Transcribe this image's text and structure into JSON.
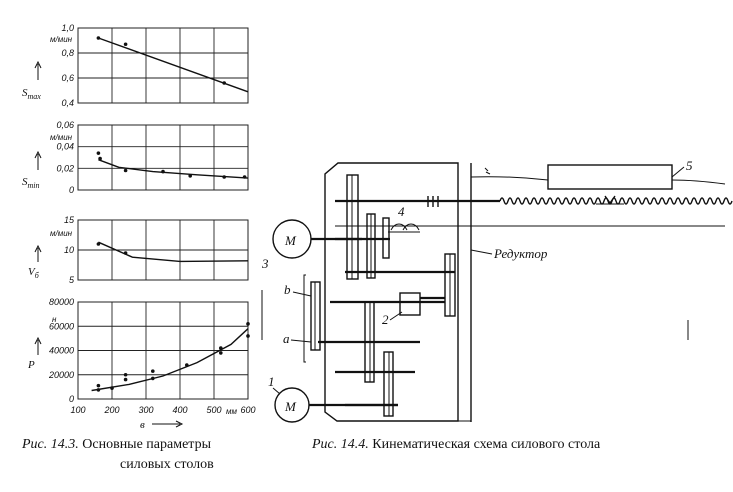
{
  "figure_left": {
    "caption_prefix": "Рис. 14.3.",
    "caption_text": "Основные параметры",
    "caption_line2": "силовых столов",
    "panels": [
      {
        "ylabel": "S",
        "ysub": "max",
        "unit": "м/мин",
        "yticks": [
          "1,0",
          "0,8",
          "0,6",
          "0,4"
        ],
        "ylim": [
          0.4,
          1.0
        ]
      },
      {
        "ylabel": "S",
        "ysub": "min",
        "unit": "м/мин",
        "yticks": [
          "0,06",
          "0,04",
          "0,02",
          "0"
        ],
        "ylim": [
          0,
          0.06
        ]
      },
      {
        "ylabel": "V",
        "ysub": "б",
        "unit": "м/мин",
        "yticks": [
          "15",
          "10",
          "5"
        ],
        "ylim": [
          5,
          15
        ]
      },
      {
        "ylabel": "P",
        "ysub": "",
        "unit": "н",
        "yticks": [
          "80000",
          "60000",
          "40000",
          "20000",
          "0"
        ],
        "ylim": [
          0,
          80000
        ]
      }
    ],
    "xlabel": "в",
    "xticks": [
      "100",
      "200",
      "300",
      "400",
      "500",
      "600"
    ],
    "xunit": "мм"
  },
  "chart_data": [
    {
      "type": "scatter",
      "ylabel": "Smax",
      "xlim": [
        100,
        600
      ],
      "ylim": [
        0.4,
        1.0
      ],
      "points": [
        [
          160,
          0.92
        ],
        [
          240,
          0.87
        ],
        [
          530,
          0.56
        ]
      ],
      "trend": [
        [
          160,
          0.92
        ],
        [
          600,
          0.49
        ]
      ]
    },
    {
      "type": "scatter",
      "ylabel": "Smin",
      "xlim": [
        100,
        600
      ],
      "ylim": [
        0,
        0.06
      ],
      "points": [
        [
          160,
          0.034
        ],
        [
          165,
          0.029
        ],
        [
          240,
          0.018
        ],
        [
          350,
          0.017
        ],
        [
          430,
          0.013
        ],
        [
          530,
          0.012
        ],
        [
          590,
          0.012
        ]
      ],
      "trend": [
        [
          160,
          0.028
        ],
        [
          220,
          0.021
        ],
        [
          320,
          0.017
        ],
        [
          450,
          0.014
        ],
        [
          600,
          0.011
        ]
      ]
    },
    {
      "type": "scatter",
      "ylabel": "Vб",
      "xlim": [
        100,
        600
      ],
      "ylim": [
        5,
        15
      ],
      "points": [
        [
          160,
          11
        ],
        [
          240,
          9.5
        ]
      ],
      "trend": [
        [
          160,
          11.3
        ],
        [
          260,
          8.8
        ],
        [
          400,
          8.1
        ],
        [
          600,
          8.2
        ]
      ]
    },
    {
      "type": "scatter",
      "ylabel": "P",
      "xlabel": "в",
      "xlim": [
        100,
        600
      ],
      "ylim": [
        0,
        80000
      ],
      "points": [
        [
          160,
          7500
        ],
        [
          160,
          11000
        ],
        [
          200,
          9000
        ],
        [
          240,
          16000
        ],
        [
          240,
          20000
        ],
        [
          320,
          17000
        ],
        [
          320,
          23000
        ],
        [
          420,
          28000
        ],
        [
          520,
          38000
        ],
        [
          520,
          42000
        ],
        [
          600,
          52000
        ],
        [
          600,
          62000
        ]
      ],
      "trend": [
        [
          140,
          7000
        ],
        [
          250,
          12000
        ],
        [
          350,
          19000
        ],
        [
          450,
          30000
        ],
        [
          550,
          45000
        ],
        [
          600,
          58000
        ]
      ]
    }
  ],
  "figure_right": {
    "caption_prefix": "Рис. 14.4.",
    "caption_text": "Кинематическая схема силового стола",
    "label_reductor": "Редуктор",
    "motor_top": "M",
    "motor_bottom": "M",
    "num_1": "1",
    "num_2": "2",
    "num_3": "3",
    "num_4": "4",
    "num_5": "5",
    "label_a": "a",
    "label_b": "b"
  }
}
